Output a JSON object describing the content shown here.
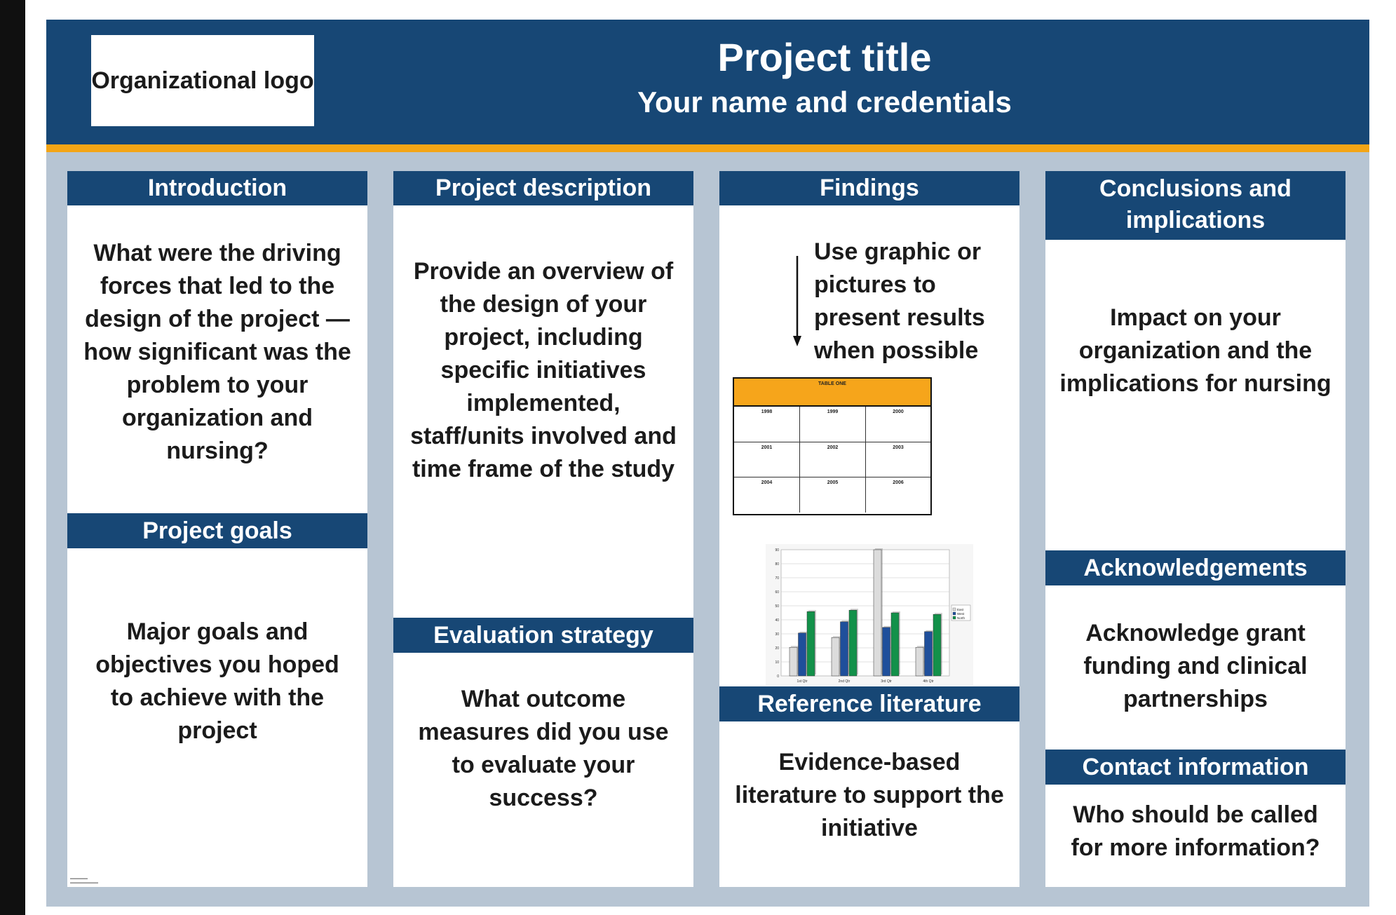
{
  "header": {
    "logo_text": "Organizational logo",
    "title": "Project title",
    "subtitle": "Your name and credentials"
  },
  "columns": {
    "col1": {
      "introduction_heading": "Introduction",
      "introduction_text": "What were the driving forces that led to the design of the project — how significant was the problem to your organization and nursing?",
      "goals_heading": "Project goals",
      "goals_text": "Major goals and objectives you hoped to achieve with the project"
    },
    "col2": {
      "description_heading": "Project description",
      "description_text": "Provide an overview of the design of your project, including specific initiatives implemented, staff/units involved and time frame of the study",
      "evaluation_heading": "Evaluation strategy",
      "evaluation_text": "What outcome measures did you use to evaluate your success?"
    },
    "col3": {
      "findings_heading": "Findings",
      "findings_text": "Use graphic or pictures to present results when possible",
      "reference_heading": "Reference literature",
      "reference_text": "Evidence-based literature to support the initiative"
    },
    "col4": {
      "conclusions_heading": "Conclusions and implications",
      "conclusions_text": "Impact on your organization and the implications for nursing",
      "acknowledgements_heading": "Acknowledgements",
      "acknowledgements_text": "Acknowledge grant funding and clinical partnerships",
      "contact_heading": "Contact information",
      "contact_text": "Who should be called for more information?"
    }
  },
  "sample_table": {
    "title": "TABLE ONE",
    "rows": [
      [
        "1998",
        "1999",
        "2000"
      ],
      [
        "2001",
        "2002",
        "2003"
      ],
      [
        "2004",
        "2005",
        "2006"
      ]
    ]
  },
  "colors": {
    "navy": "#174775",
    "orange": "#f3a516",
    "panel_bg": "#b7c5d3"
  },
  "chart_data": {
    "type": "bar",
    "categories": [
      "1st Qtr",
      "2nd Qtr",
      "3rd Qtr",
      "4th Qtr"
    ],
    "series": [
      {
        "name": "East",
        "values": [
          20.4,
          27.4,
          90,
          20.4
        ],
        "color": "#dcdcdc"
      },
      {
        "name": "West",
        "values": [
          30.6,
          38.6,
          34.6,
          31.6
        ],
        "color": "#1f4f9b"
      },
      {
        "name": "North",
        "values": [
          45.9,
          46.9,
          45,
          43.9
        ],
        "color": "#13914a"
      }
    ],
    "ylim": [
      0,
      90
    ],
    "yticks": [
      0,
      10,
      20,
      30,
      40,
      50,
      60,
      70,
      80,
      90
    ],
    "legend": "right",
    "grid": true
  }
}
